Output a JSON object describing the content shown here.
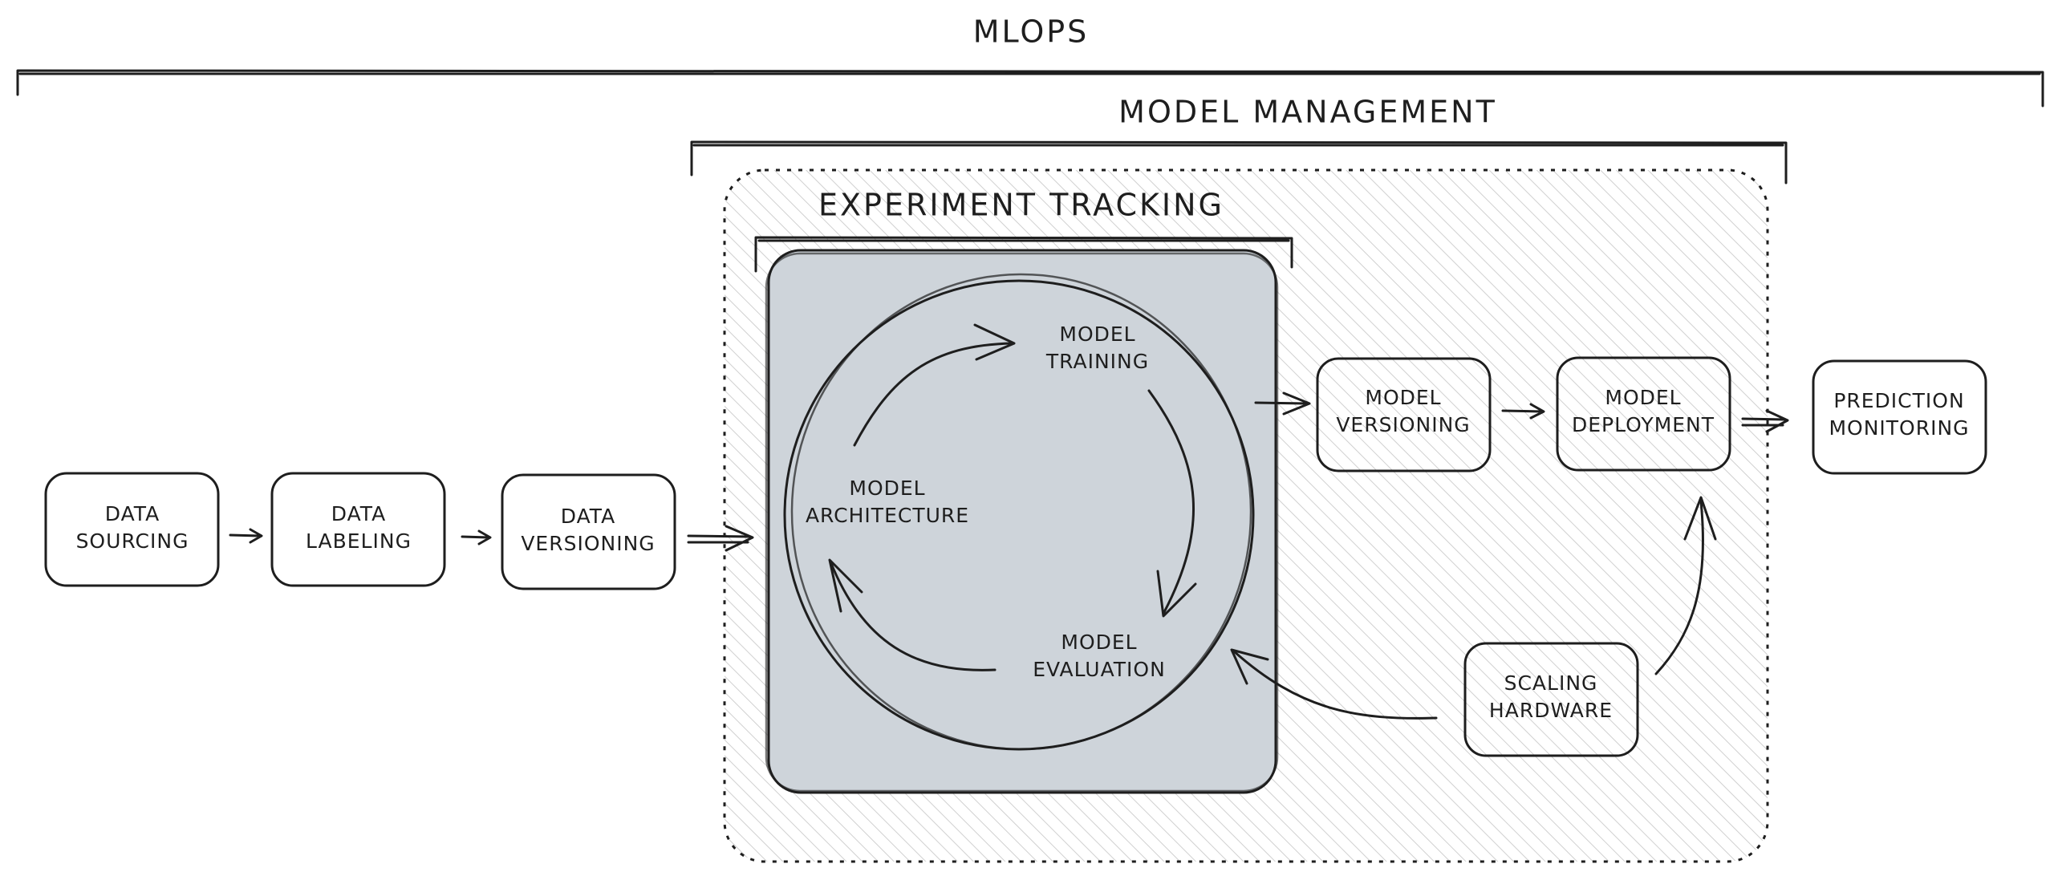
{
  "diagram": {
    "sections": {
      "mlops": "MLOPS",
      "model_management": "MODEL MANAGEMENT",
      "experiment_tracking": "EXPERIMENT TRACKING"
    },
    "nodes": {
      "data_sourcing": [
        "DATA",
        "SOURCING"
      ],
      "data_labeling": [
        "DATA",
        "LABELING"
      ],
      "data_versioning": [
        "DATA",
        "VERSIONING"
      ],
      "model_architecture": [
        "MODEL",
        "ARCHITECTURE"
      ],
      "model_training": [
        "MODEL",
        "TRAINING"
      ],
      "model_evaluation": [
        "MODEL",
        "EVALUATION"
      ],
      "model_versioning": [
        "MODEL",
        "VERSIONING"
      ],
      "model_deployment": [
        "MODEL",
        "DEPLOYMENT"
      ],
      "prediction_monitoring": [
        "PREDICTION",
        "MONITORING"
      ],
      "scaling_hardware": [
        "SCALING",
        "HARDWARE"
      ]
    },
    "colors": {
      "ink": "#1e1e1e",
      "experiment_fill": "#ced4da",
      "hatch": "#d0d0d0",
      "background": "#ffffff"
    }
  }
}
